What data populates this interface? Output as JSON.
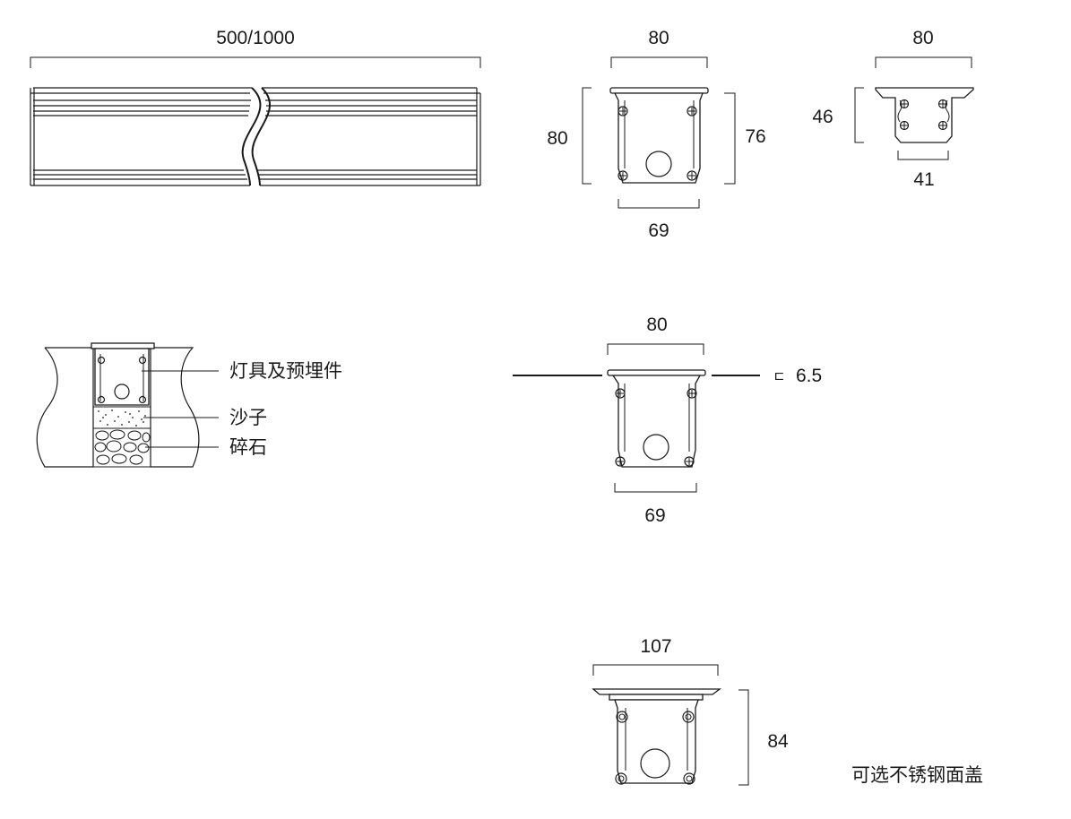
{
  "dimensions": {
    "length": "500/1000",
    "v1_top": "80",
    "v1_left": "80",
    "v1_right": "76",
    "v1_bottom": "69",
    "v2_top": "80",
    "v2_left": "46",
    "v2_bottom": "41",
    "v3_top": "80",
    "v3_bottom": "69",
    "v3_thickness": "6.5",
    "v4_top": "107",
    "v4_right": "84"
  },
  "labels": {
    "fixture": "灯具及预埋件",
    "sand": "沙子",
    "gravel": "碎石",
    "stainless_cover": "可选不锈钢面盖"
  },
  "symbols": {
    "thickness_mark": "ㄷ"
  }
}
